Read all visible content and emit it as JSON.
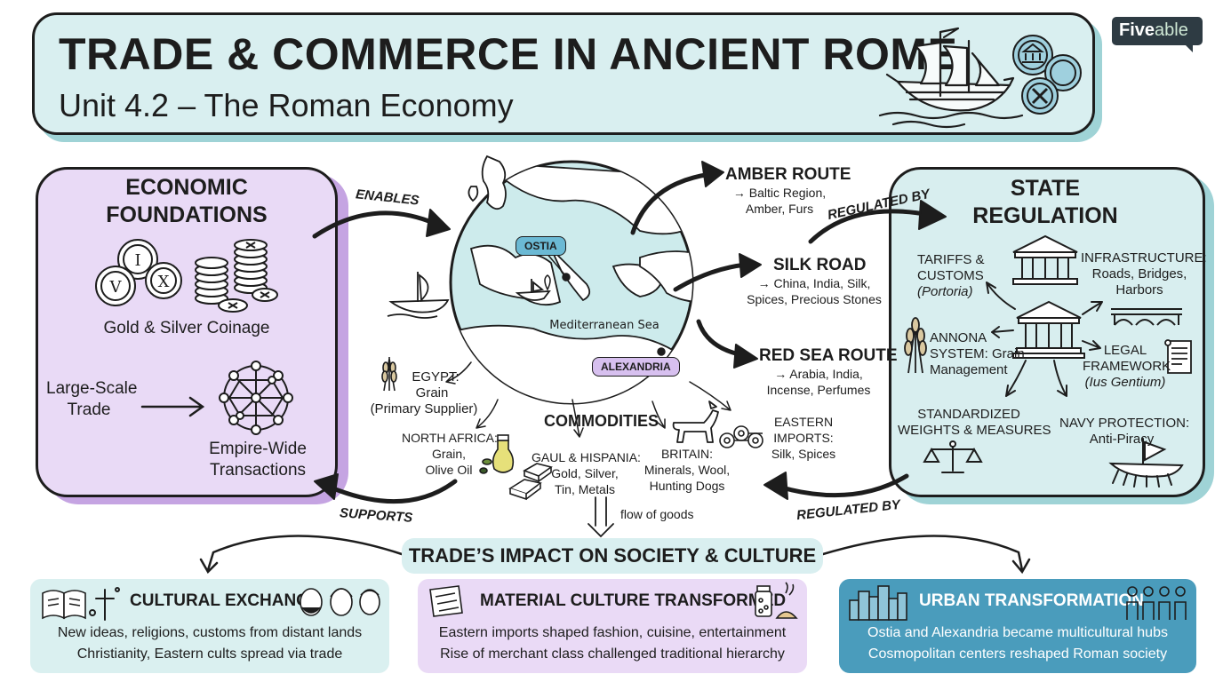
{
  "header": {
    "title": "TRADE & COMMERCE IN ANCIENT ROME",
    "subtitle": "Unit 4.2 – The Roman Economy",
    "logo_main": "Five",
    "logo_accent": "able"
  },
  "economic_foundations": {
    "title_line1": "ECONOMIC",
    "title_line2": "FOUNDATIONS",
    "coin_labels": [
      "I",
      "V",
      "X"
    ],
    "coinage_label": "Gold & Silver Coinage",
    "large_scale_line1": "Large-Scale",
    "large_scale_line2": "Trade",
    "empire_line1": "Empire-Wide",
    "empire_line2": "Transactions"
  },
  "flows": {
    "enables": "ENABLES",
    "supports": "SUPPORTS",
    "regulated_by_top": "REGULATED BY",
    "regulated_by_bottom": "REGULATED BY",
    "flow_of_goods": "flow of goods"
  },
  "map": {
    "ostia": "OSTIA",
    "alexandria": "ALEXANDRIA",
    "sea": "Mediterranean Sea"
  },
  "routes": {
    "amber": {
      "title": "AMBER ROUTE",
      "line1": "→ Baltic Region,",
      "line2": "Amber, Furs"
    },
    "silk": {
      "title": "SILK ROAD",
      "line1": "→ China, India, Silk,",
      "line2": "Spices, Precious Stones"
    },
    "red_sea": {
      "title": "RED SEA ROUTE",
      "line1": "→ Arabia, India,",
      "line2": "Incense, Perfumes"
    }
  },
  "commodities": {
    "title": "COMMODITIES",
    "egypt": {
      "line1": "EGYPT:",
      "line2": "Grain",
      "line3": "(Primary Supplier)"
    },
    "north_africa": {
      "line1": "NORTH AFRICA:",
      "line2": "Grain,",
      "line3": "Olive Oil"
    },
    "gaul": {
      "line1": "GAUL & HISPANIA:",
      "line2": "Gold, Silver,",
      "line3": "Tin, Metals"
    },
    "britain": {
      "line1": "BRITAIN:",
      "line2": "Minerals, Wool,",
      "line3": "Hunting Dogs"
    },
    "eastern": {
      "line1": "EASTERN",
      "line2": "IMPORTS:",
      "line3": "Silk, Spices"
    }
  },
  "state_regulation": {
    "title_line1": "STATE",
    "title_line2": "REGULATION",
    "tariffs": {
      "line1": "TARIFFS &",
      "line2": "CUSTOMS",
      "line3": "(Portoria)"
    },
    "infrastructure": {
      "line1": "INFRASTRUCTURE:",
      "line2": "Roads, Bridges,",
      "line3": "Harbors"
    },
    "annona": {
      "line1": "ANNONA",
      "line2": "SYSTEM: Grain",
      "line3": "Management"
    },
    "legal": {
      "line1": "LEGAL",
      "line2": "FRAMEWORK",
      "line3": "(Ius Gentium)"
    },
    "weights": {
      "line1": "STANDARDIZED",
      "line2": "WEIGHTS & MEASURES"
    },
    "navy": {
      "line1": "NAVY PROTECTION:",
      "line2": "Anti-Piracy"
    }
  },
  "impact": {
    "title": "TRADE’S IMPACT ON SOCIETY & CULTURE",
    "cultural": {
      "title": "CULTURAL EXCHANGE",
      "line1": "New ideas, religions, customs from distant lands",
      "line2": "Christianity, Eastern cults spread via trade"
    },
    "material": {
      "title": "MATERIAL CULTURE TRANSFORMED",
      "line1": "Eastern imports shaped fashion, cuisine, entertainment",
      "line2": "Rise of merchant class challenged traditional hierarchy"
    },
    "urban": {
      "title": "URBAN TRANSFORMATION",
      "line1": "Ostia and Alexandria became multicultural hubs",
      "line2": "Cosmopolitan centers reshaped Roman society"
    }
  },
  "colors": {
    "teal_light": "#d9eff0",
    "teal_shadow": "#9fd3d6",
    "purple_light": "#e9daf6",
    "purple_shadow": "#c5a4e2",
    "ocean": "#cdebec",
    "urban_blue": "#4a9cbc",
    "ink": "#1d1d1d"
  }
}
